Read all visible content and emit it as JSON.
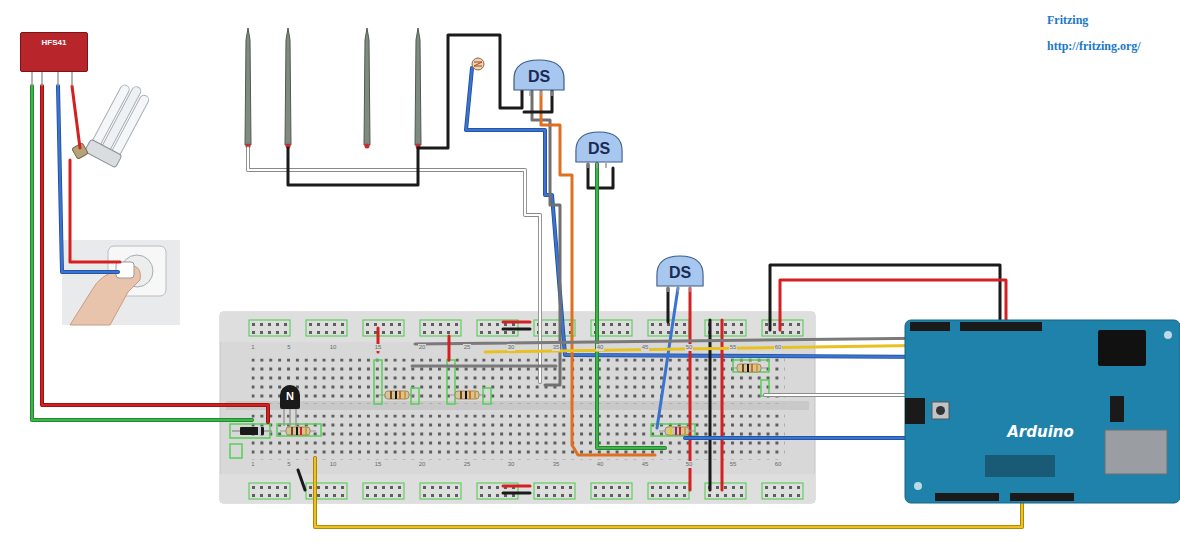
{
  "diagram": {
    "nodes": [
      {
        "text": [
          "HFS41"
        ]
      },
      {
        "text": [
          "DS"
        ]
      },
      {
        "text": [
          "DS"
        ]
      },
      {
        "text": [
          "DS"
        ]
      },
      {
        "text": [
          "N"
        ]
      },
      {
        "text": [
          "Arduino"
        ]
      }
    ],
    "labels": [
      "Fritzing",
      "http://fritzing.org/",
      "1",
      "5",
      "10",
      "15",
      "20",
      "25",
      "30",
      "35",
      "40",
      "45",
      "50",
      "55",
      "60",
      "1",
      "5",
      "10",
      "15",
      "20",
      "25",
      "30",
      "35",
      "40",
      "45",
      "50",
      "55",
      "60"
    ]
  }
}
